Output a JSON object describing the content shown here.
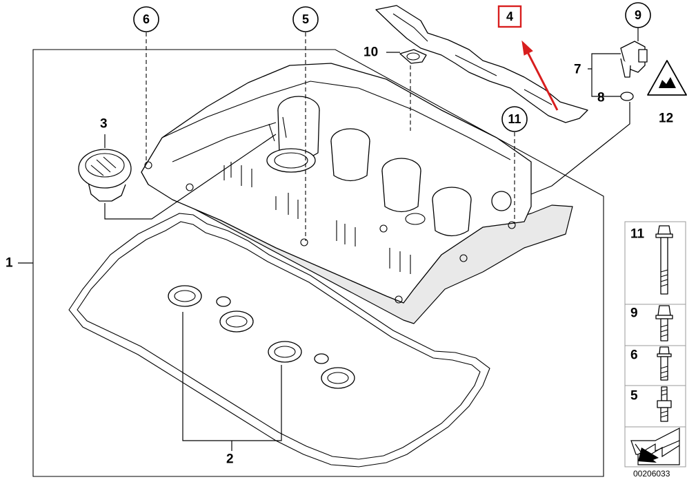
{
  "diagram": {
    "callouts": {
      "c6": "6",
      "c5": "5",
      "c4": "4",
      "c9": "9",
      "c10": "10",
      "c7": "7",
      "c8": "8",
      "c3": "3",
      "c11": "11",
      "c12": "12",
      "c1": "1",
      "c2": "2"
    },
    "highlight_color": "#d81e1e",
    "bolt_legend": {
      "b11": "11",
      "b9": "9",
      "b6": "6",
      "b5": "5"
    },
    "doc_id": "00206033"
  }
}
